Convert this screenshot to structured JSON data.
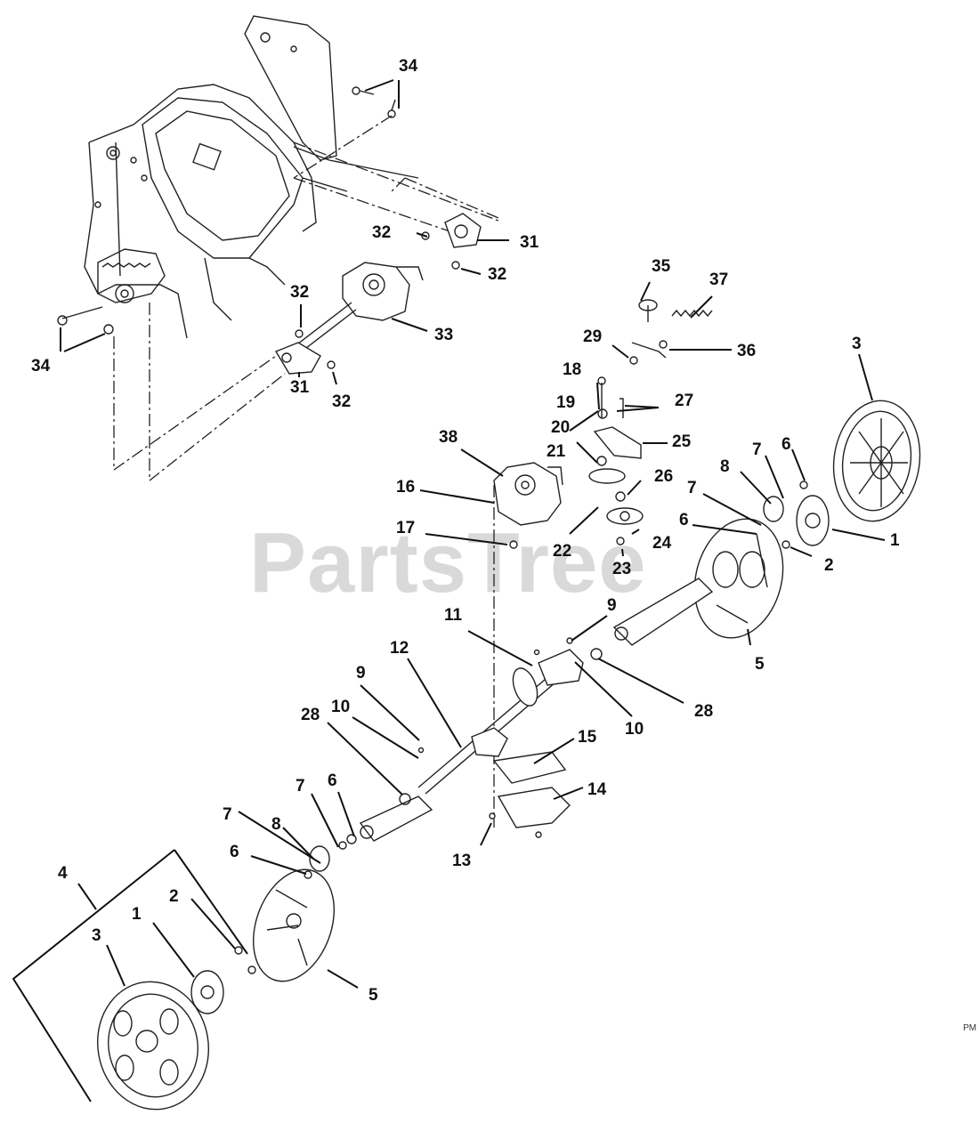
{
  "watermark": "PartsTree",
  "corner_mark": "PM",
  "callouts": [
    {
      "id": "c34a",
      "text": "34"
    },
    {
      "id": "c31a",
      "text": "31"
    },
    {
      "id": "c32a",
      "text": "32"
    },
    {
      "id": "c32b",
      "text": "32"
    },
    {
      "id": "c32c",
      "text": "32"
    },
    {
      "id": "c33",
      "text": "33"
    },
    {
      "id": "c34b",
      "text": "34"
    },
    {
      "id": "c31b",
      "text": "31"
    },
    {
      "id": "c32d",
      "text": "32"
    },
    {
      "id": "c35",
      "text": "35"
    },
    {
      "id": "c37",
      "text": "37"
    },
    {
      "id": "c29",
      "text": "29"
    },
    {
      "id": "c36",
      "text": "36"
    },
    {
      "id": "c3a",
      "text": "3"
    },
    {
      "id": "c18",
      "text": "18"
    },
    {
      "id": "c19",
      "text": "19"
    },
    {
      "id": "c27",
      "text": "27"
    },
    {
      "id": "c20",
      "text": "20"
    },
    {
      "id": "c25",
      "text": "25"
    },
    {
      "id": "c38",
      "text": "38"
    },
    {
      "id": "c21",
      "text": "21"
    },
    {
      "id": "c26",
      "text": "26"
    },
    {
      "id": "c16",
      "text": "16"
    },
    {
      "id": "c8a",
      "text": "8"
    },
    {
      "id": "c7a",
      "text": "7"
    },
    {
      "id": "c6a",
      "text": "6"
    },
    {
      "id": "c7b",
      "text": "7"
    },
    {
      "id": "c6b",
      "text": "6"
    },
    {
      "id": "c1a",
      "text": "1"
    },
    {
      "id": "c2a",
      "text": "2"
    },
    {
      "id": "c17",
      "text": "17"
    },
    {
      "id": "c22",
      "text": "22"
    },
    {
      "id": "c24",
      "text": "24"
    },
    {
      "id": "c23",
      "text": "23"
    },
    {
      "id": "c9a",
      "text": "9"
    },
    {
      "id": "c11",
      "text": "11"
    },
    {
      "id": "c5a",
      "text": "5"
    },
    {
      "id": "c12",
      "text": "12"
    },
    {
      "id": "c28a",
      "text": "28"
    },
    {
      "id": "c9b",
      "text": "9"
    },
    {
      "id": "c10a",
      "text": "10"
    },
    {
      "id": "c28b",
      "text": "28"
    },
    {
      "id": "c10b",
      "text": "10"
    },
    {
      "id": "c15",
      "text": "15"
    },
    {
      "id": "c7c",
      "text": "7"
    },
    {
      "id": "c6c",
      "text": "6"
    },
    {
      "id": "c14",
      "text": "14"
    },
    {
      "id": "c7d",
      "text": "7"
    },
    {
      "id": "c8b",
      "text": "8"
    },
    {
      "id": "c6d",
      "text": "6"
    },
    {
      "id": "c13",
      "text": "13"
    },
    {
      "id": "c4",
      "text": "4"
    },
    {
      "id": "c2b",
      "text": "2"
    },
    {
      "id": "c1b",
      "text": "1"
    },
    {
      "id": "c3b",
      "text": "3"
    },
    {
      "id": "c5b",
      "text": "5"
    }
  ]
}
